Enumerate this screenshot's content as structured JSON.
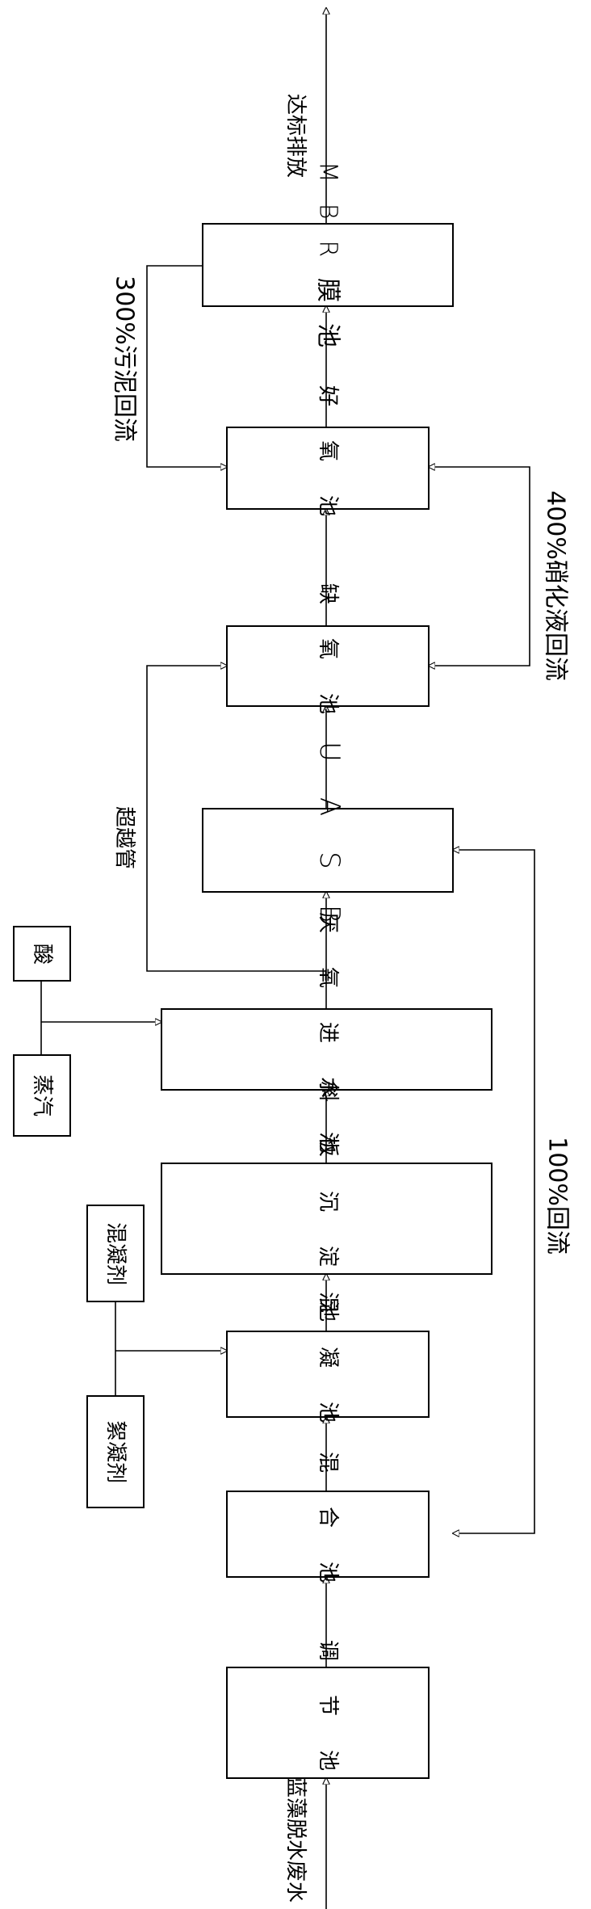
{
  "flow": {
    "influent": "蓝藻脱水废水",
    "discharge": "达标排放",
    "units": {
      "regulating_tank": "调节池",
      "mixing_tank": "混合池",
      "coagulation_tank": "混凝池",
      "inclined_plate_settler": "斜板沉淀池",
      "anaerobic_feed_tank": "厌氧进水池",
      "uasb": "UASB",
      "anoxic_tank": "缺氧池",
      "aerobic_tank": "好氧池",
      "mbr_tank": "MBR膜池"
    },
    "chemicals": {
      "flocculant": "絮凝剂",
      "coagulant": "混凝剂",
      "steam": "蒸汽",
      "acid": "酸"
    },
    "lines": {
      "bypass_pipe": "超越管",
      "reflux_100": "100%回流",
      "nitrate_reflux_400": "400%硝化液回流",
      "sludge_reflux_300": "300%污泥回流"
    }
  }
}
